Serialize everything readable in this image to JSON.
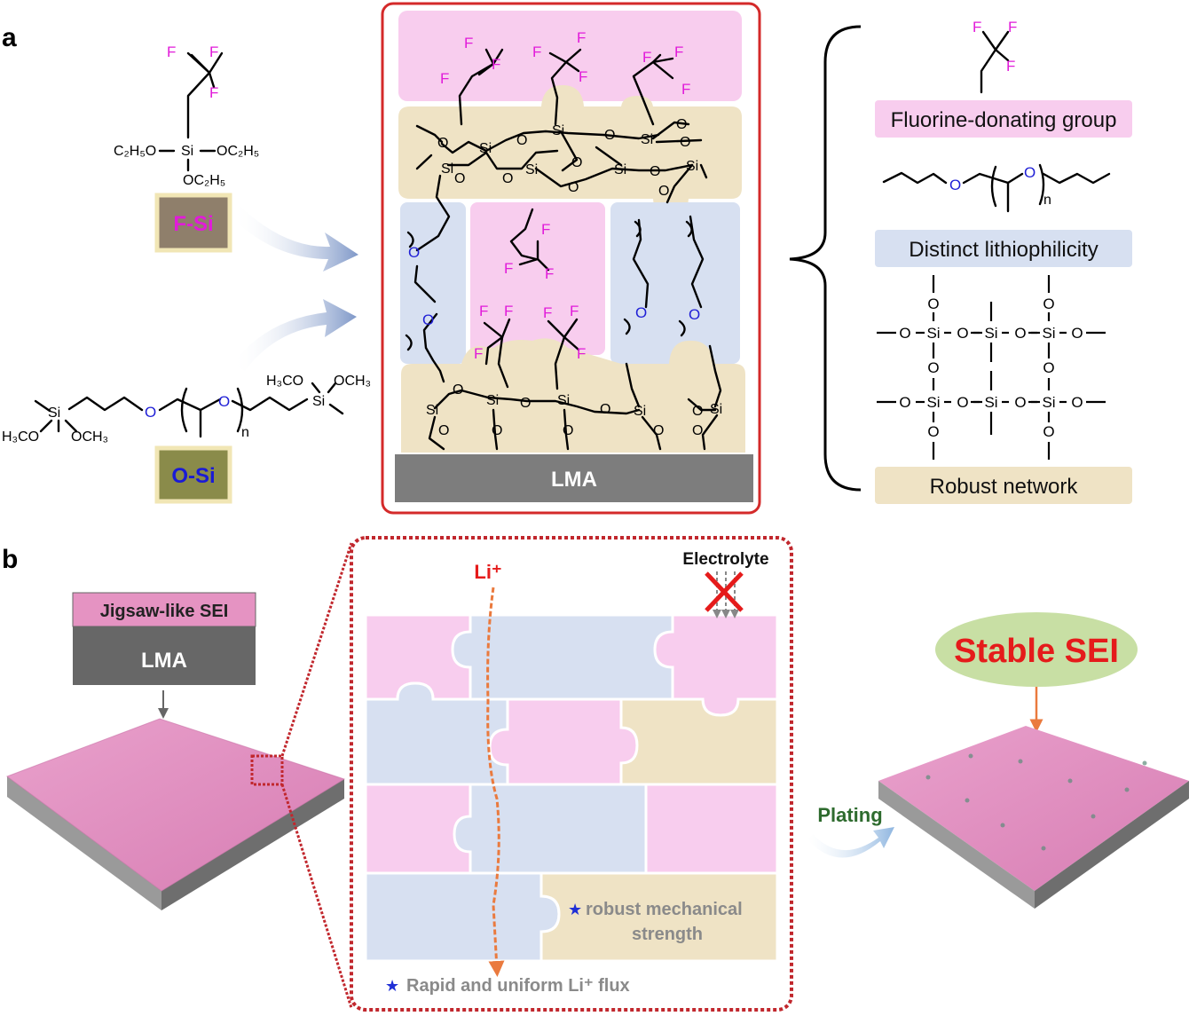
{
  "panels": {
    "a": "a",
    "b": "b"
  },
  "monomers": {
    "fsi": {
      "label": "F-Si",
      "color": "#e11bd9",
      "box": "#8f7f6b"
    },
    "osi": {
      "label": "O-Si",
      "color": "#1a1ad6",
      "box": "#8a8b4a"
    },
    "chem": {
      "oc2h5_left": "C₂H₅O",
      "oc2h5_right": "OC₂H₅",
      "oc2h5_bottom": "OC₂H₅",
      "si": "Si",
      "f": "F",
      "o": "O",
      "n": "n",
      "h3co": "H₃CO",
      "och3": "OCH₃",
      "h3co_2": "H₃CO",
      "och3_2": "OCH₃"
    }
  },
  "legend": {
    "fluorine": "Fluorine-donating group",
    "lithio": "Distinct lithiophilicity",
    "robust": "Robust network",
    "colors": {
      "pink": "#f8cdee",
      "blue": "#d7e0f1",
      "tan": "#efe3c5"
    }
  },
  "center": {
    "lma": "LMA",
    "frame_color": "#d42a2a"
  },
  "panel_b": {
    "sei_label": "Jigsaw-like SEI",
    "lma_label": "LMA",
    "li": "Li⁺",
    "electrolyte": "Electrolyte",
    "robust_1": "robust mechanical",
    "robust_2": "strength",
    "flux": "Rapid and uniform Li⁺ flux",
    "plating": "Plating",
    "stable": "Stable SEI",
    "colors": {
      "sei": "#e593c2",
      "lma": "#676767",
      "stable_text": "#e51b1b",
      "stable_bg": "#c8dfa4"
    }
  }
}
